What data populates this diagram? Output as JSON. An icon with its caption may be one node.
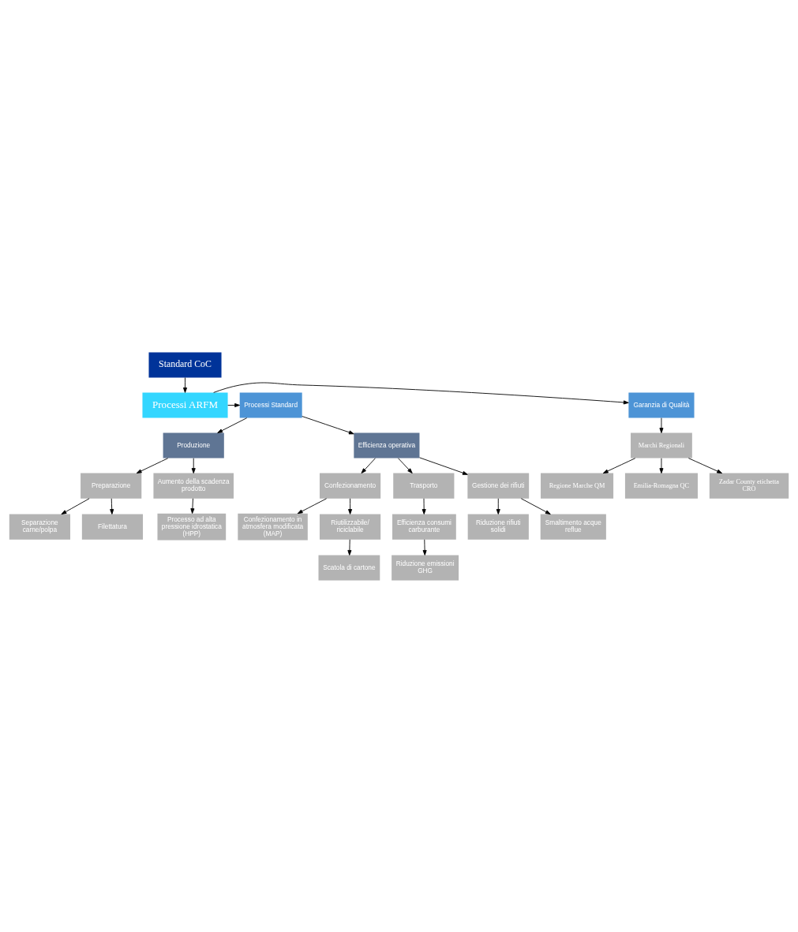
{
  "diagram": {
    "nodes": [
      {
        "text": [
          "Standard CoC"
        ]
      },
      {
        "text": [
          "Processi ARFM"
        ]
      },
      {
        "text": [
          "Processi Standard"
        ]
      },
      {
        "text": [
          "Garanzia di Qualità"
        ]
      },
      {
        "text": [
          "Produzione"
        ]
      },
      {
        "text": [
          "Marchi Regionali"
        ]
      },
      {
        "text": [
          "Preparazione"
        ]
      },
      {
        "text": [
          "Aumento della scadenza prodotto"
        ]
      },
      {
        "text": [
          "Regione Marche QM"
        ]
      },
      {
        "text": [
          "Emilia-Romagna QC"
        ]
      },
      {
        "text": [
          "Zadar County etichetta CRO"
        ]
      },
      {
        "text": [
          "Separazione carne/polpa"
        ]
      },
      {
        "text": [
          "Filettatura"
        ]
      },
      {
        "text": [
          "Processo ad alta pressione idrostatica (HPP)"
        ]
      },
      {
        "text": [
          "Confezionamento in atmosfera modificata (MAP)"
        ]
      },
      {
        "text": [
          "Confezionamento"
        ]
      },
      {
        "text": [
          "Riutilizzabile/ riciclabile"
        ]
      },
      {
        "text": [
          "Scatola di cartone"
        ]
      },
      {
        "text": [
          "Efficienza operativa"
        ]
      },
      {
        "text": [
          "Trasporto"
        ]
      },
      {
        "text": [
          "Efficienza consumi carburante"
        ]
      },
      {
        "text": [
          "Riduzione emissioni GHG"
        ]
      },
      {
        "text": [
          "Riduzione rifiuti solidi"
        ]
      },
      {
        "text": [
          "Gestione dei rifiuti"
        ]
      },
      {
        "text": [
          "Smaltimento acque reflue"
        ]
      }
    ],
    "edges": [
      {
        "from": 0,
        "to": 1,
        "arrow": "to"
      },
      {
        "from": 1,
        "to": 2,
        "arrow": "to"
      },
      {
        "from": 1,
        "to": 3,
        "arrow": "to"
      },
      {
        "from": 2,
        "to": 4,
        "arrow": "to"
      },
      {
        "from": 2,
        "to": 18,
        "arrow": "to"
      },
      {
        "from": 3,
        "to": 5,
        "arrow": "to"
      },
      {
        "from": 4,
        "to": 6,
        "arrow": "to"
      },
      {
        "from": 4,
        "to": 7,
        "arrow": "to"
      },
      {
        "from": 5,
        "to": 8,
        "arrow": "to"
      },
      {
        "from": 5,
        "to": 9,
        "arrow": "to"
      },
      {
        "from": 5,
        "to": 10,
        "arrow": "to"
      },
      {
        "from": 6,
        "to": 11,
        "arrow": "to"
      },
      {
        "from": 6,
        "to": 12,
        "arrow": "to"
      },
      {
        "from": 7,
        "to": 13,
        "arrow": "to"
      },
      {
        "from": 18,
        "to": 15,
        "arrow": "to"
      },
      {
        "from": 18,
        "to": 19,
        "arrow": "to"
      },
      {
        "from": 18,
        "to": 23,
        "arrow": "to"
      },
      {
        "from": 15,
        "to": 14,
        "arrow": "to"
      },
      {
        "from": 15,
        "to": 16,
        "arrow": "to"
      },
      {
        "from": 16,
        "to": 17,
        "arrow": "to"
      },
      {
        "from": 19,
        "to": 20,
        "arrow": "to"
      },
      {
        "from": 20,
        "to": 21,
        "arrow": "to"
      },
      {
        "from": 23,
        "to": 22,
        "arrow": "to"
      },
      {
        "from": 23,
        "to": 24,
        "arrow": "to"
      }
    ]
  }
}
